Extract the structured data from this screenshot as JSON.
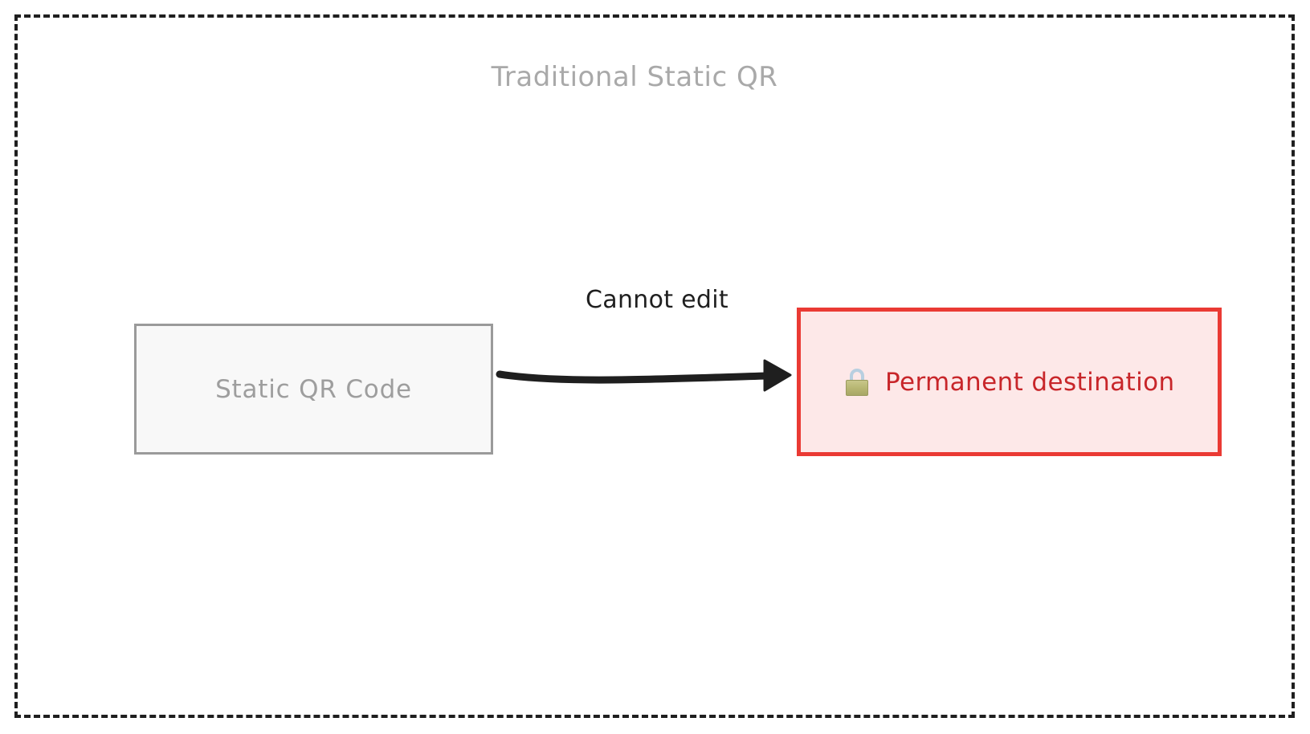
{
  "diagram": {
    "title": "Traditional Static QR",
    "title_color": "#a9a9a9",
    "frame_style": "dashed",
    "frame_color": "#1f1f1f",
    "nodes": [
      {
        "id": "static-qr-code",
        "label": "Static QR Code",
        "fill": "#f8f8f8",
        "stroke": "#9a9a9a",
        "text_color": "#9e9e9e"
      },
      {
        "id": "permanent-destination",
        "icon": "lock-icon",
        "label": "Permanent destination",
        "fill": "#fde8e8",
        "stroke": "#ea3a34",
        "text_color": "#c8262a"
      }
    ],
    "edges": [
      {
        "id": "static-to-permanent",
        "label": "Cannot edit",
        "from": "static-qr-code",
        "to": "permanent-destination",
        "color": "#1f1f1f",
        "arrowhead": "filled-triangle"
      }
    ]
  }
}
